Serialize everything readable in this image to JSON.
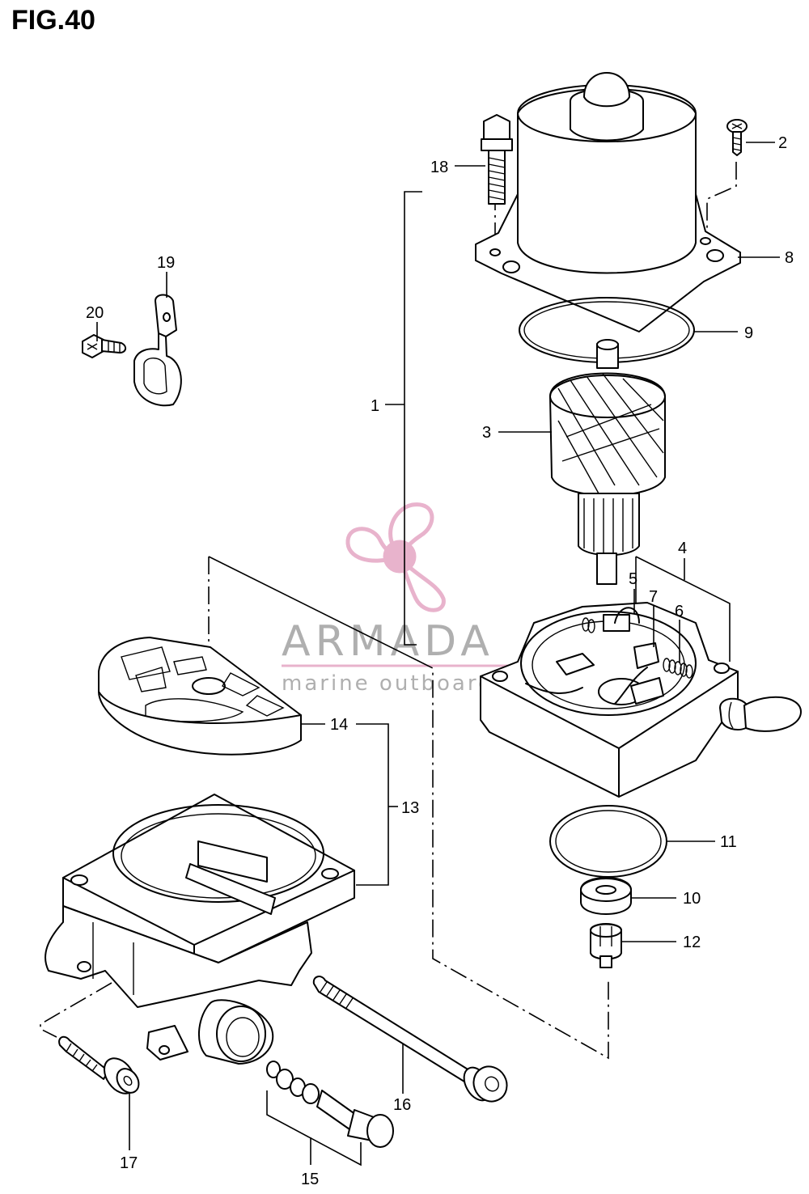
{
  "figure_title": "FIG.40",
  "watermark": {
    "brand": "ARMADA",
    "tagline": "marine outboards",
    "logo_icon": "propeller-icon",
    "logo_color": "#e5a6c4"
  },
  "callouts": {
    "c1": "1",
    "c2": "2",
    "c3": "3",
    "c4": "4",
    "c5": "5",
    "c6": "6",
    "c7": "7",
    "c8": "8",
    "c9": "9",
    "c10": "10",
    "c11": "11",
    "c12": "12",
    "c13": "13",
    "c14": "14",
    "c15": "15",
    "c16": "16",
    "c17": "17",
    "c18": "18",
    "c19": "19",
    "c20": "20"
  }
}
